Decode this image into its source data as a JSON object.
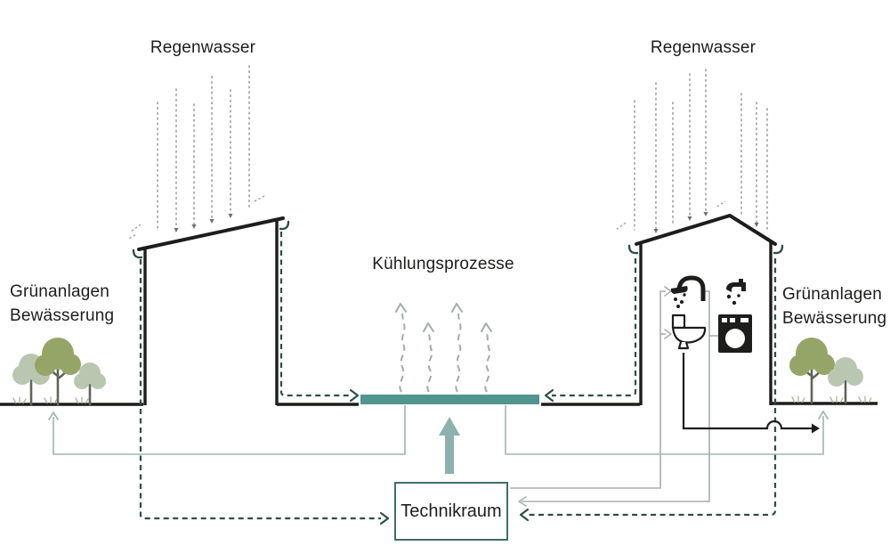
{
  "diagram": {
    "top": {
      "rain_left_label": "Regenwasser",
      "rain_right_label": "Regenwasser"
    },
    "center": {
      "cooling_label": "Kühlungsprozesse"
    },
    "left_side": {
      "irrigation_line1": "Grünanlagen",
      "irrigation_line2": "Bewässerung"
    },
    "right_side": {
      "irrigation_line1": "Grünanlagen",
      "irrigation_line2": "Bewässerung"
    },
    "bottom": {
      "tech_room_label": "Technikraum"
    }
  },
  "icons": [
    {
      "name": "shower-icon",
      "meaning": "shower inside right house"
    },
    {
      "name": "tap-icon",
      "meaning": "water tap inside right house"
    },
    {
      "name": "toilet-icon",
      "meaning": "toilet inside right house"
    },
    {
      "name": "washing-machine-icon",
      "meaning": "washing machine inside right house"
    },
    {
      "name": "rain-lines-icon",
      "meaning": "falling rainwater dotted lines"
    },
    {
      "name": "wavy-evaporation-icon",
      "meaning": "rising cooling vapour arrows"
    },
    {
      "name": "tree-icon",
      "meaning": "green area trees"
    },
    {
      "name": "thick-up-arrow-icon",
      "meaning": "flow from technical room to cooling surface"
    }
  ],
  "colors": {
    "ink": "#1d1d1b",
    "teal_bar": "#51968e",
    "teal_dash": "#2d4f48",
    "teal_thick_arrow": "#8db1ac",
    "gray_line": "#a7aeab",
    "irrigation_line": "#9fb6b1",
    "rain_gray": "#8f8f8b",
    "wavy_gray": "#a3aca7",
    "tree_sage": "#bac7b0",
    "tree_olive": "#95a567",
    "trunk": "#63635a",
    "box_border": "#3f6e67"
  }
}
